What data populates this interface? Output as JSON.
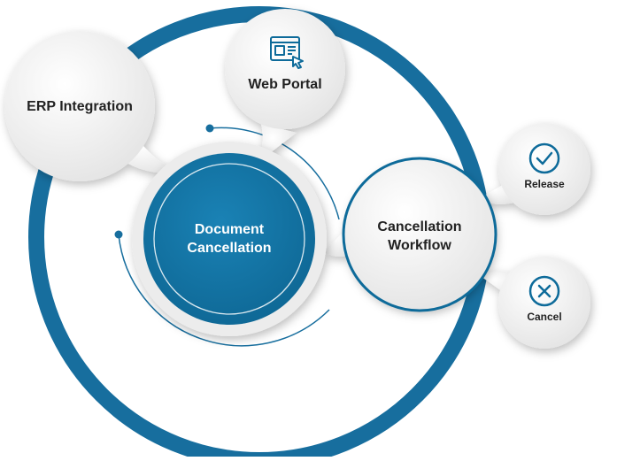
{
  "diagram": {
    "center": {
      "line1": "Document",
      "line2": "Cancellation"
    },
    "erp": {
      "label": "ERP Integration"
    },
    "portal": {
      "label": "Web Portal",
      "icon": "browser-click-icon"
    },
    "workflow": {
      "line1": "Cancellation",
      "line2": "Workflow"
    },
    "release": {
      "label": "Release",
      "icon": "checkmark-icon"
    },
    "cancel": {
      "label": "Cancel",
      "icon": "x-icon"
    }
  },
  "colors": {
    "primary": "#0e6b9a",
    "ring": "#176e9e",
    "bubble": "#f2f2f2",
    "text": "#222222"
  }
}
